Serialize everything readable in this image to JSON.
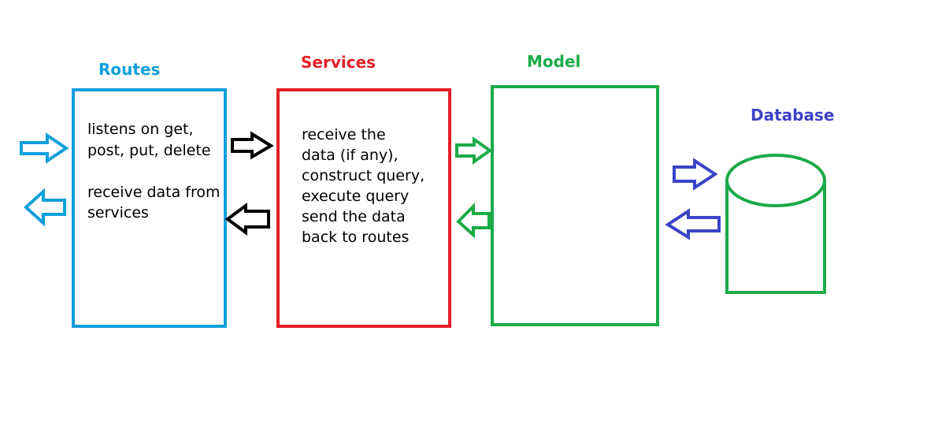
{
  "colors": {
    "routes": "#0f9fdc",
    "services": "#e51f26",
    "model": "#1aab48",
    "database": "#3c43c6",
    "black": "#000000"
  },
  "routes": {
    "title": "Routes",
    "text_lines": [
      "listens on get,",
      "post, put, delete",
      "",
      "receive data from",
      "services"
    ]
  },
  "services": {
    "title": "Services",
    "text_lines": [
      "receive the",
      "data (if any),",
      "construct query,",
      "execute query",
      "send the data",
      "back to routes"
    ]
  },
  "model": {
    "title": "Model"
  },
  "database": {
    "title": "Database",
    "icon": "cylinder-database-icon"
  },
  "arrows": [
    {
      "name": "incoming-to-routes-arrow",
      "direction": "right",
      "color": "routes"
    },
    {
      "name": "outgoing-from-routes-arrow",
      "direction": "left",
      "color": "routes"
    },
    {
      "name": "routes-to-services-arrow",
      "direction": "right",
      "color": "black"
    },
    {
      "name": "services-to-routes-arrow",
      "direction": "left",
      "color": "black"
    },
    {
      "name": "services-to-model-arrow",
      "direction": "right",
      "color": "model"
    },
    {
      "name": "model-to-services-arrow",
      "direction": "left",
      "color": "model"
    },
    {
      "name": "model-to-database-arrow",
      "direction": "right",
      "color": "database"
    },
    {
      "name": "database-to-model-arrow",
      "direction": "left",
      "color": "database"
    }
  ]
}
